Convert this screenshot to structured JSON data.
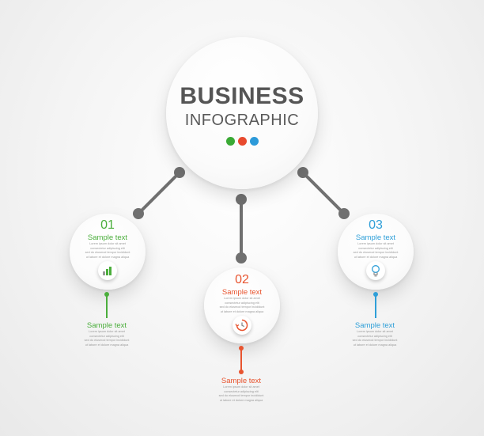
{
  "header": {
    "title": "BUSINESS",
    "subtitle": "INFOGRAPHIC",
    "dot_colors": [
      "#3aaa35",
      "#e84a2e",
      "#2c9ad9"
    ]
  },
  "colors": {
    "connector": "#707070"
  },
  "steps": [
    {
      "number": "01",
      "color": "#4bae3c",
      "icon": "bar-chart-icon",
      "title": "Sample text",
      "desc": [
        "Lorem ipsum dolor sit amet",
        "consectetur adipiscing elit",
        "sed do eiusmod tempor incididunt",
        "ut labore et dolore magna aliqua"
      ],
      "caption_title": "Sample text",
      "caption_desc": [
        "Lorem ipsum dolor sit amet",
        "consectetur adipiscing elit",
        "sed do eiusmod tempor incididunt",
        "ut labore et dolore magna aliqua"
      ]
    },
    {
      "number": "02",
      "color": "#e8542f",
      "icon": "clock-icon",
      "title": "Sample text",
      "desc": [
        "Lorem ipsum dolor sit amet",
        "consectetur adipiscing elit",
        "sed do eiusmod tempor incididunt",
        "ut labore et dolore magna aliqua"
      ],
      "caption_title": "Sample text",
      "caption_desc": [
        "Lorem ipsum dolor sit amet",
        "consectetur adipiscing elit",
        "sed do eiusmod tempor incididunt",
        "ut labore et dolore magna aliqua"
      ]
    },
    {
      "number": "03",
      "color": "#2f9fd8",
      "icon": "lightbulb-icon",
      "title": "Sample text",
      "desc": [
        "Lorem ipsum dolor sit amet",
        "consectetur adipiscing elit",
        "sed do eiusmod tempor incididunt",
        "ut labore et dolore magna aliqua"
      ],
      "caption_title": "Sample text",
      "caption_desc": [
        "Lorem ipsum dolor sit amet",
        "consectetur adipiscing elit",
        "sed do eiusmod tempor incididunt",
        "ut labore et dolore magna aliqua"
      ]
    }
  ]
}
